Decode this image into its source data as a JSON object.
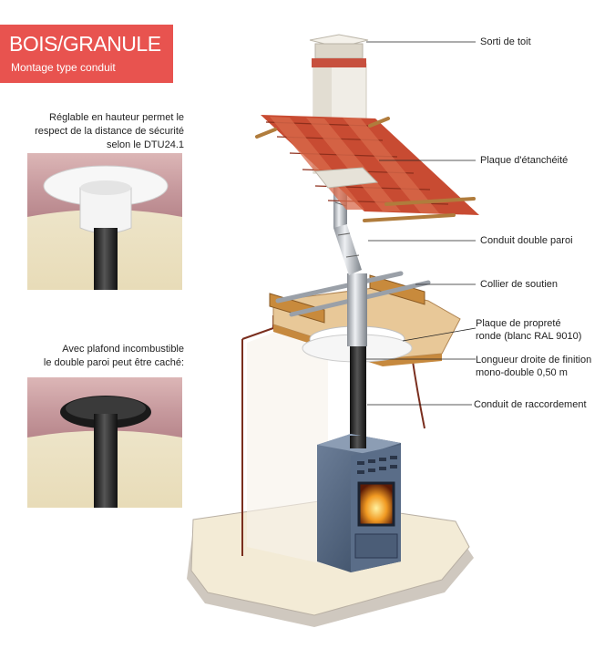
{
  "banner": {
    "title": "BOIS/GRANULE",
    "subtitle": "Montage type conduit"
  },
  "notes": {
    "adjustable": [
      "Réglable en hauteur permet le",
      "respect de la distance de sécurité",
      "selon le DTU24.1"
    ],
    "ceiling": [
      "Avec plafond incombustible",
      "le double paroi peut être caché:"
    ]
  },
  "labels": {
    "roof_exit": "Sorti de toit",
    "sealing_plate": "Plaque d'étanchéité",
    "double_wall_duct": "Conduit double paroi",
    "support_collar": "Collier de soutien",
    "clean_plate": [
      "Plaque de propreté",
      "ronde (blanc RAL 9010)"
    ],
    "straight_length": [
      "Longueur droite de finition",
      "mono-double 0,50 m"
    ],
    "connection_duct": "Conduit de raccordement"
  },
  "colors": {
    "accent": "#e8534f",
    "tile": "#c84b32",
    "wood": "#c6893e",
    "stove": "#4a5e78"
  }
}
